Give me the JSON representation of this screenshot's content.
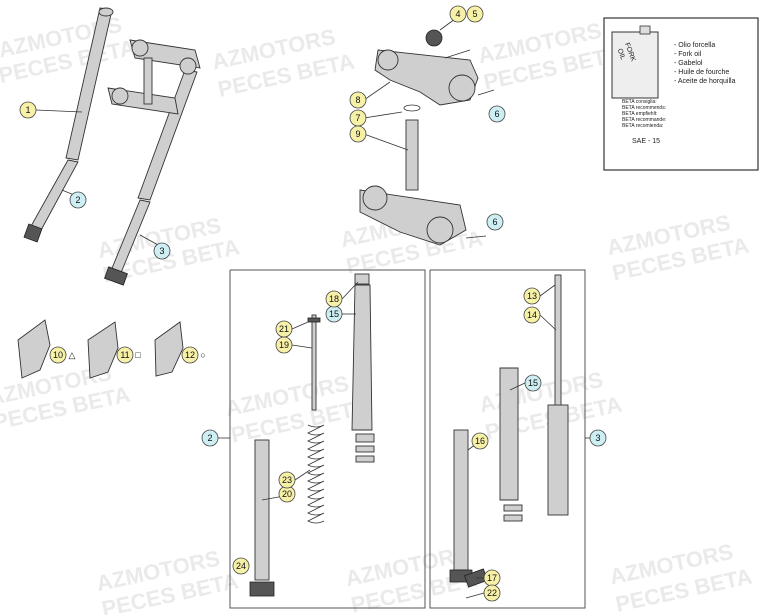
{
  "watermark": {
    "line1": "AZMOTORS",
    "line2": "PECES BETA"
  },
  "oil_box": {
    "can_label_1": "FORK",
    "can_label_2": "OIL",
    "lines": [
      "- Olio forcella",
      "- Fork oil",
      "- Gabelol",
      "- Huile de fourche",
      "- Aceite de horquilla"
    ],
    "beta_lines": [
      "BETA consiglia:",
      "BETA recommends:",
      "BETA empfiehlt:",
      "BETA recommande:",
      "BETA recomienda:"
    ],
    "grade": "SAE - 15"
  },
  "callouts": {
    "c1": "1",
    "c2": "2",
    "c3": "3",
    "c4": "4",
    "c5": "5",
    "c6a": "6",
    "c6b": "6",
    "c7": "7",
    "c8": "8",
    "c9": "9",
    "c10": "10",
    "c11": "11",
    "c12": "12",
    "c13": "13",
    "c14": "14",
    "c15a": "15",
    "c15b": "15",
    "c16": "16",
    "c17": "17",
    "c18": "18",
    "c19": "19",
    "c20": "20",
    "c21": "21",
    "c22": "22",
    "c23": "23",
    "c24": "24",
    "c2b": "2",
    "c3b": "3"
  },
  "symbols": {
    "triangle": "△",
    "square": "□",
    "circle": "○"
  }
}
